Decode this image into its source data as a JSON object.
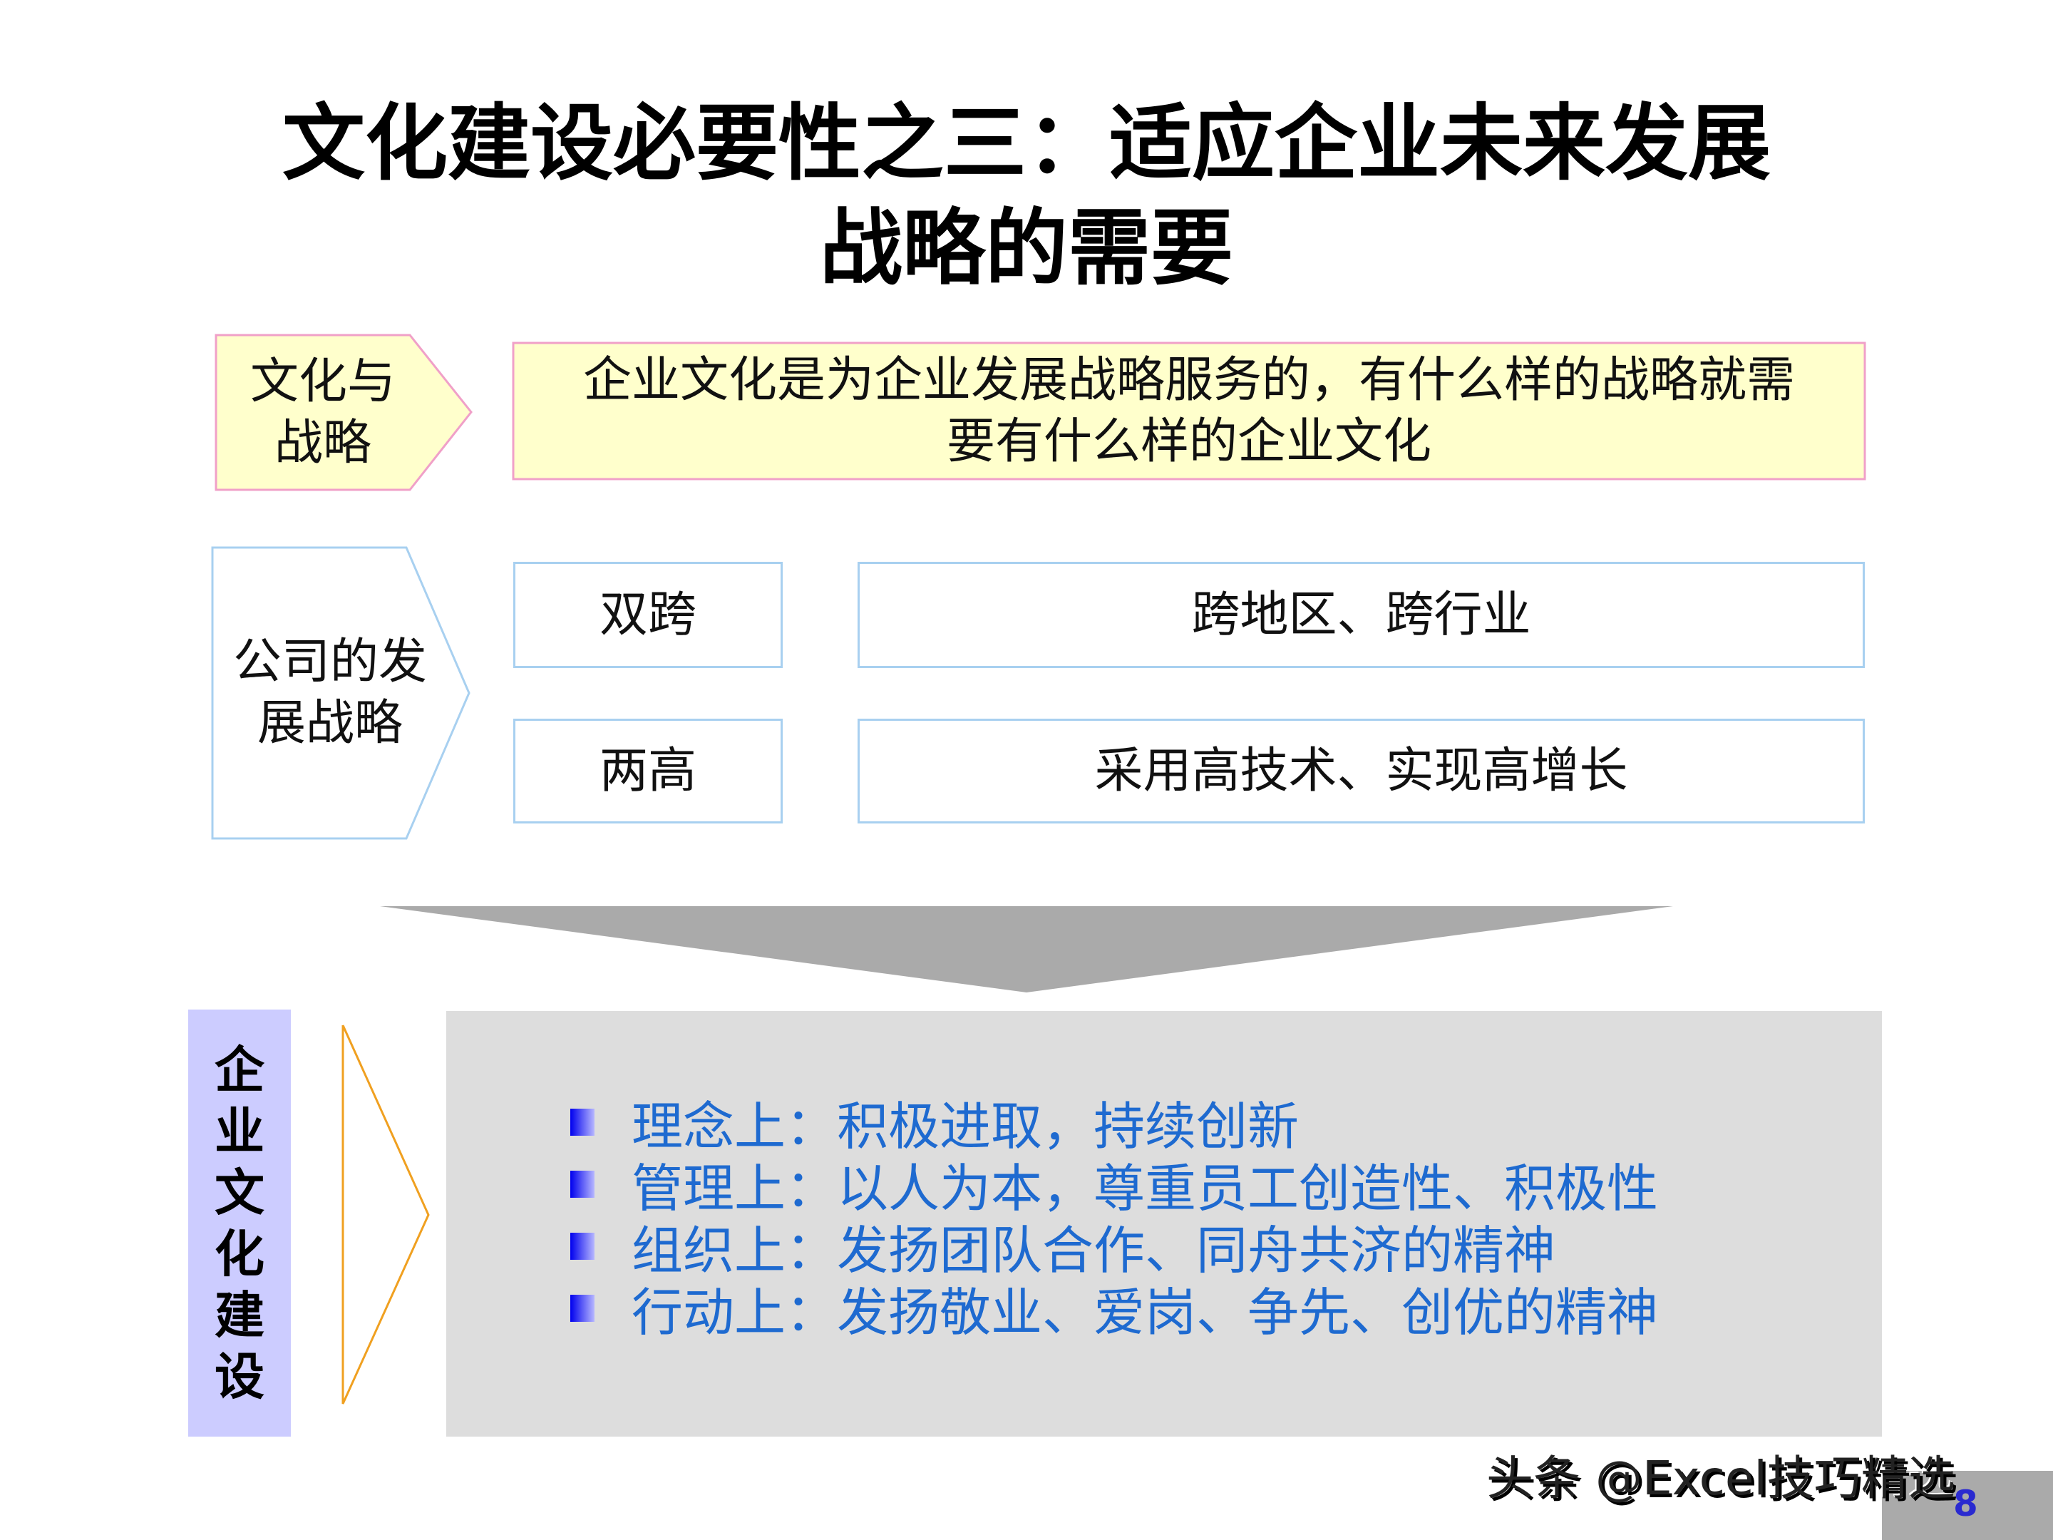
{
  "title": {
    "line1": "文化建设必要性之三：适应企业未来发展",
    "line2": "战略的需要"
  },
  "row1": {
    "label_line1": "文化与",
    "label_line2": "战略",
    "text_line1": "企业文化是为企业发展战略服务的，有什么样的战略就需",
    "text_line2": "要有什么样的企业文化"
  },
  "row2": {
    "label_line1": "公司的发",
    "label_line2": "展战略",
    "items": [
      {
        "key": "双跨",
        "value": "跨地区、跨行业"
      },
      {
        "key": "两高",
        "value": "采用高技术、实现高增长"
      }
    ]
  },
  "bottom": {
    "vertical_label": [
      "企",
      "业",
      "文",
      "化",
      "建",
      "设"
    ],
    "bullets": [
      "理念上：积极进取，持续创新",
      "管理上：以人为本，尊重员工创造性、积极性",
      "组织上：发扬团队合作、同舟共济的精神",
      "行动上：发扬敬业、爱岗、争先、创优的精神"
    ]
  },
  "watermark": "头条 @Excel技巧精选",
  "page_number": "8",
  "colors": {
    "yellow_fill": "#ffffcc",
    "pink_border": "#f0a0c8",
    "blue_border": "#a8d0f0",
    "bullet_text": "#1e6ad0",
    "panel": "#dddddd",
    "vertical_label": "#ccccff",
    "chevron": "#f0a020"
  }
}
